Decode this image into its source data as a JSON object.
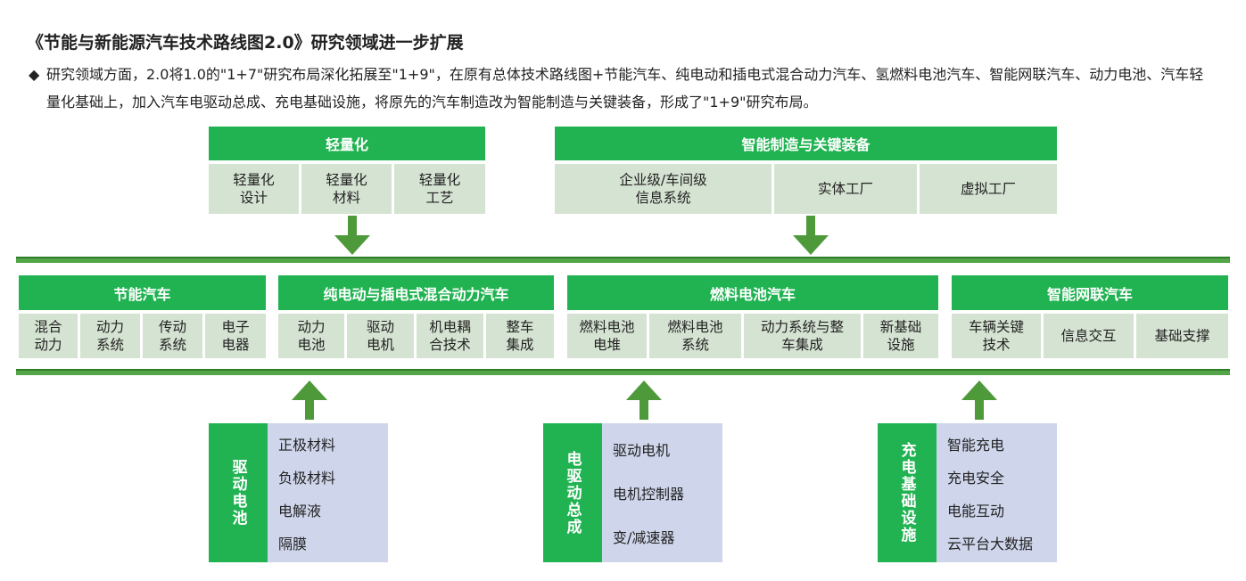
{
  "title": "《节能与新能源汽车技术路线图2.0》研究领域进一步扩展",
  "description_bullet": "◆",
  "description": "研究领域方面，2.0将1.0的\"1+7\"研究布局深化拓展至\"1+9\"，在原有总体技术路线图+节能汽车、纯电动和插电式混合动力汽车、氢燃料电池汽车、智能网联汽车、动力电池、汽车轻量化基础上，加入汽车电驱动总成、充电基础设施，将原先的汽车制造改为智能制造与关键装备，形成了\"1+9\"研究布局。",
  "top_blocks": [
    {
      "header": "轻量化",
      "cells": [
        [
          "轻量化",
          "设计"
        ],
        [
          "轻量化",
          "材料"
        ],
        [
          "轻量化",
          "工艺"
        ]
      ]
    },
    {
      "header": "智能制造与关键装备",
      "cells": [
        [
          "企业级/车间级",
          "信息系统"
        ],
        [
          "实体工厂"
        ],
        [
          "虚拟工厂"
        ]
      ]
    }
  ],
  "middle_blocks": [
    {
      "header": "节能汽车",
      "cells": [
        [
          "混合",
          "动力"
        ],
        [
          "动力",
          "系统"
        ],
        [
          "传动",
          "系统"
        ],
        [
          "电子",
          "电器"
        ]
      ]
    },
    {
      "header": "纯电动与插电式混合动力汽车",
      "cells": [
        [
          "动力",
          "电池"
        ],
        [
          "驱动",
          "电机"
        ],
        [
          "机电耦",
          "合技术"
        ],
        [
          "整车",
          "集成"
        ]
      ]
    },
    {
      "header": "燃料电池汽车",
      "cells": [
        [
          "燃料电池",
          "电堆"
        ],
        [
          "燃料电池",
          "系统"
        ],
        [
          "动力系统与整",
          "车集成"
        ],
        [
          "新基础",
          "设施"
        ]
      ]
    },
    {
      "header": "智能网联汽车",
      "cells": [
        [
          "车辆关键",
          "技术"
        ],
        [
          "信息交互"
        ],
        [
          "基础支撑"
        ]
      ]
    }
  ],
  "bottom_blocks": [
    {
      "header": "驱动电池",
      "items": [
        "正极材料",
        "负极材料",
        "电解液",
        "隔膜"
      ]
    },
    {
      "header": "电驱动总成",
      "items": [
        "驱动电机",
        "电机控制器",
        "变/减速器"
      ]
    },
    {
      "header": "充电基础设施",
      "items": [
        "智能充电",
        "充电安全",
        "电能互动",
        "云平台大数据"
      ]
    }
  ],
  "colors": {
    "header_green": "#21b352",
    "cell_green": "#d5e3d2",
    "list_blue": "#cfd6ec",
    "bar_green": "#54a548",
    "arrow_green": "#4e9a3a"
  }
}
